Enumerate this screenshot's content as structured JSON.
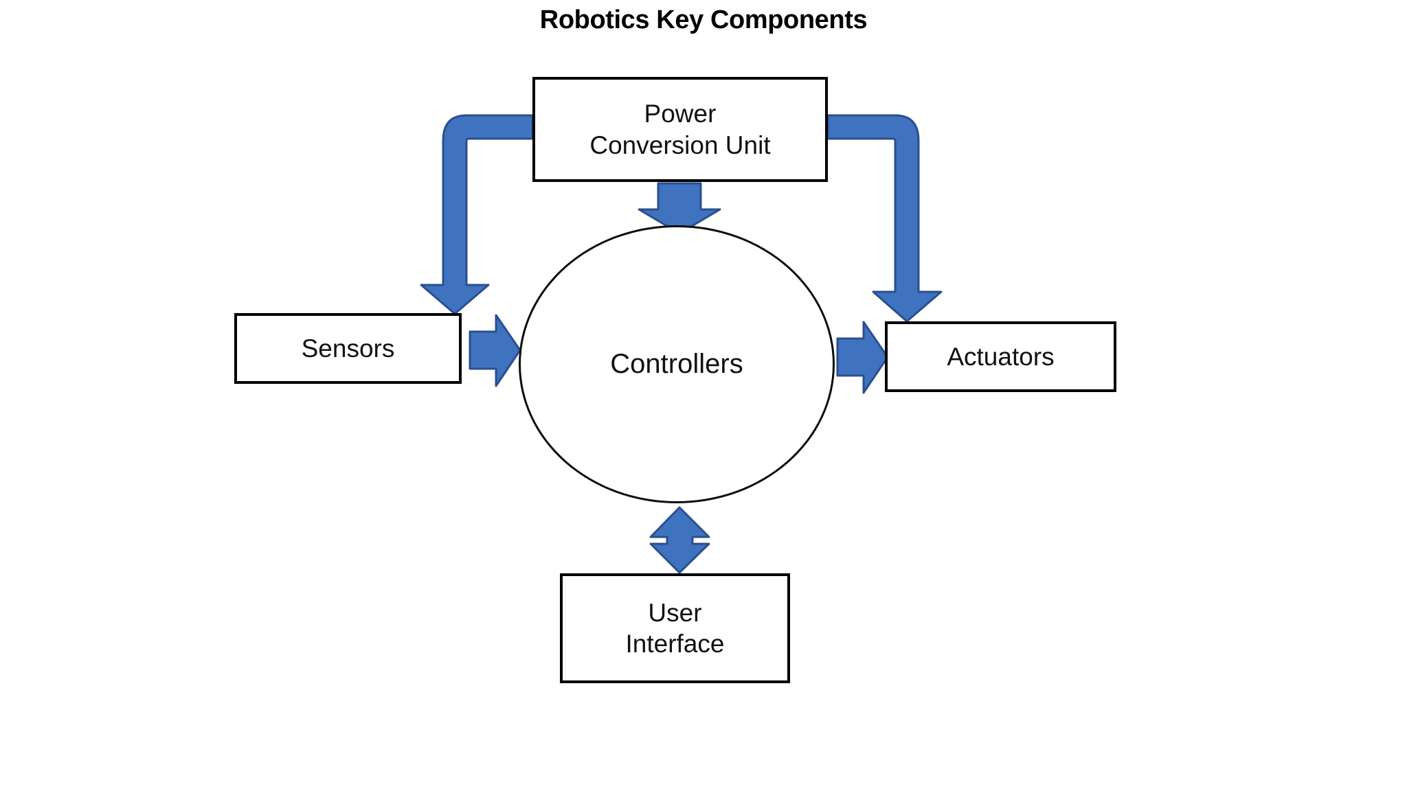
{
  "diagram": {
    "title": "Robotics Key Components",
    "background_color": "#ffffff",
    "node_border_color": "#000000",
    "node_fill_color": "#ffffff",
    "arrow_fill_color": "#3f72bf",
    "arrow_stroke_color": "#2a4f8f",
    "text_color": "#111111",
    "nodes": {
      "power": {
        "label": "Power\nConversion Unit",
        "shape": "rectangle"
      },
      "controllers": {
        "label": "Controllers",
        "shape": "ellipse"
      },
      "sensors": {
        "label": "Sensors",
        "shape": "rectangle"
      },
      "actuators": {
        "label": "Actuators",
        "shape": "rectangle"
      },
      "user_interface": {
        "label": "User\nInterface",
        "shape": "rectangle"
      }
    },
    "connections": [
      {
        "from": "power",
        "to": "controllers",
        "style": "arrow-down",
        "direction": "one-way"
      },
      {
        "from": "power",
        "to": "sensors",
        "style": "elbow-down-left",
        "direction": "one-way"
      },
      {
        "from": "power",
        "to": "actuators",
        "style": "elbow-down-right",
        "direction": "one-way"
      },
      {
        "from": "sensors",
        "to": "controllers",
        "style": "arrow-right",
        "direction": "one-way"
      },
      {
        "from": "controllers",
        "to": "actuators",
        "style": "arrow-right",
        "direction": "one-way"
      },
      {
        "from": "controllers",
        "to": "user_interface",
        "style": "arrow-vertical",
        "direction": "two-way"
      }
    ]
  }
}
